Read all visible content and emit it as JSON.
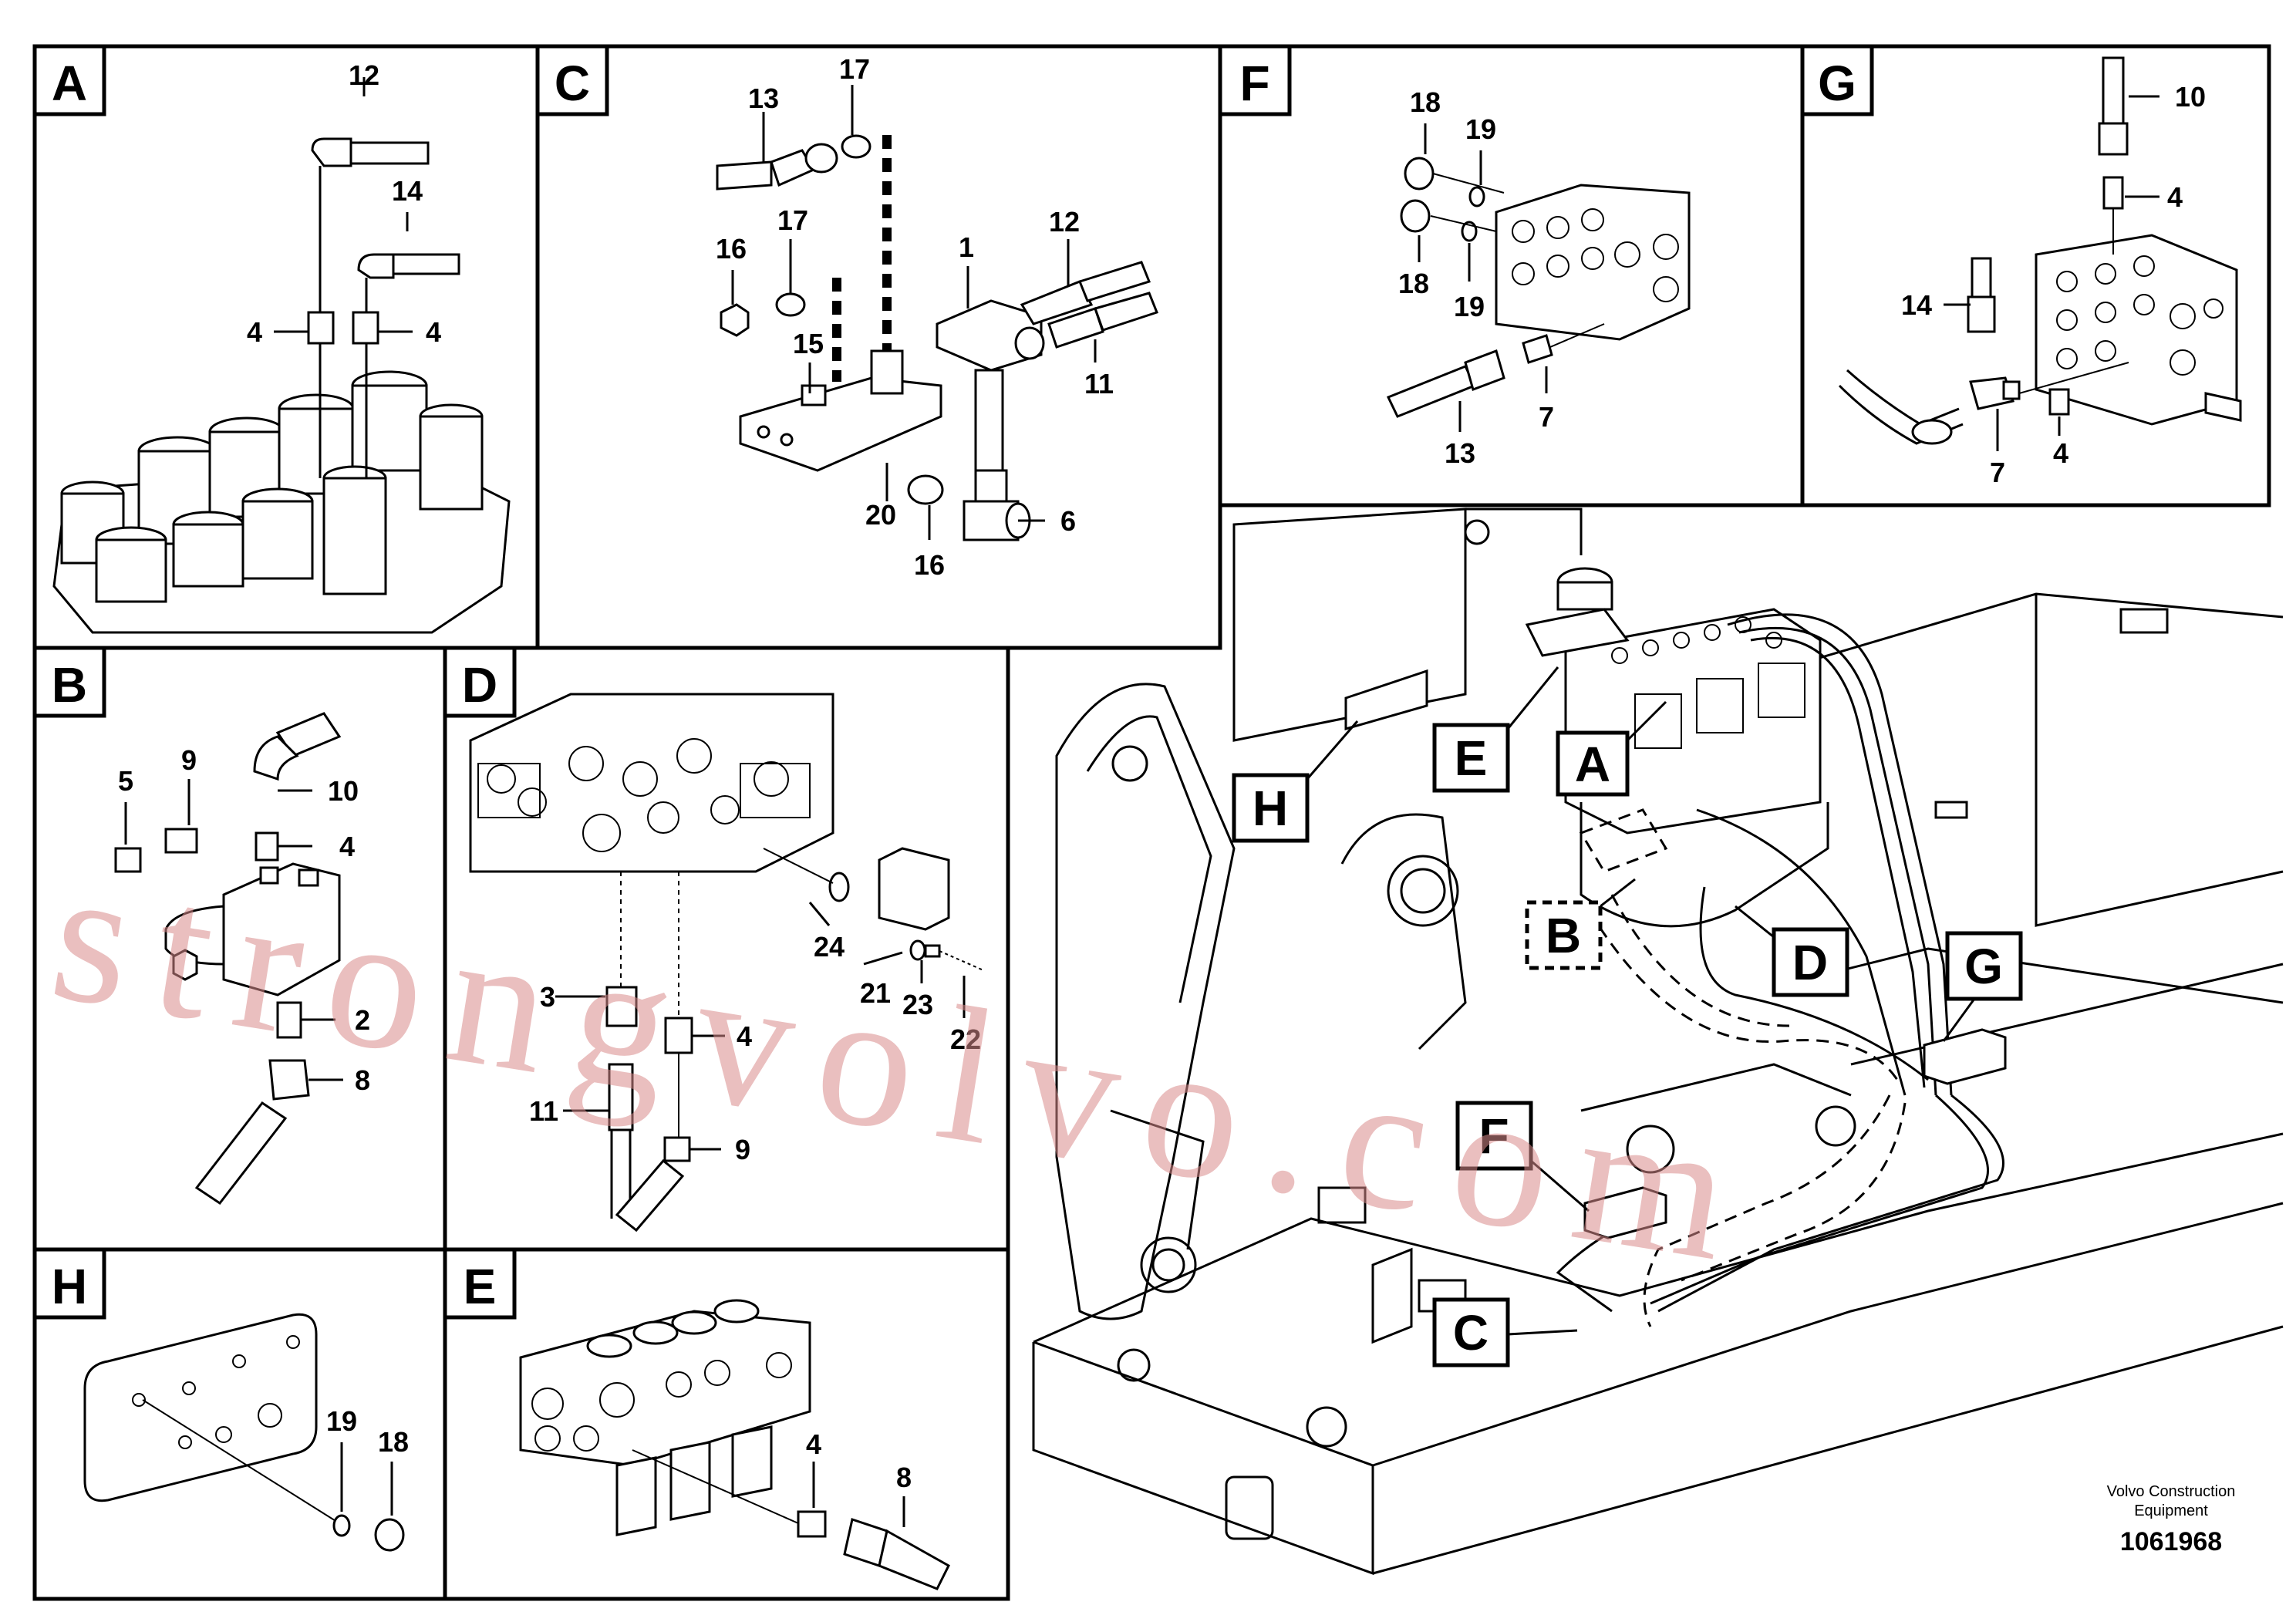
{
  "panels": {
    "A": {
      "tag": "A",
      "labels": {
        "l12": "12",
        "l14": "14",
        "l4a": "4",
        "l4b": "4"
      }
    },
    "C": {
      "tag": "C",
      "labels": {
        "l13": "13",
        "l17a": "17",
        "l16a": "16",
        "l17b": "17",
        "l15": "15",
        "l1": "1",
        "l12": "12",
        "l11": "11",
        "l20": "20",
        "l16b": "16",
        "l6": "6"
      }
    },
    "F": {
      "tag": "F",
      "labels": {
        "l18a": "18",
        "l19a": "19",
        "l18b": "18",
        "l19b": "19",
        "l13": "13",
        "l7": "7"
      }
    },
    "G": {
      "tag": "G",
      "labels": {
        "l10": "10",
        "l4a": "4",
        "l14": "14",
        "l7": "7",
        "l4b": "4"
      }
    },
    "B": {
      "tag": "B",
      "labels": {
        "l9": "9",
        "l5": "5",
        "l10": "10",
        "l4": "4",
        "l2": "2",
        "l8": "8"
      }
    },
    "D": {
      "tag": "D",
      "labels": {
        "l3": "3",
        "l24": "24",
        "l21": "21",
        "l23": "23",
        "l22": "22",
        "l4": "4",
        "l11": "11",
        "l9": "9"
      }
    },
    "H": {
      "tag": "H",
      "labels": {
        "l19": "19",
        "l18": "18"
      }
    },
    "E": {
      "tag": "E",
      "labels": {
        "l4": "4",
        "l8": "8"
      }
    }
  },
  "overview": {
    "callouts": {
      "A": "A",
      "B": "B",
      "C": "C",
      "D": "D",
      "E": "E",
      "F": "F",
      "G": "G",
      "H": "H"
    }
  },
  "watermark": "strongvolvo.com",
  "credit": {
    "line1": "Volvo Construction",
    "line2": "Equipment"
  },
  "drawing_number": "1061968"
}
